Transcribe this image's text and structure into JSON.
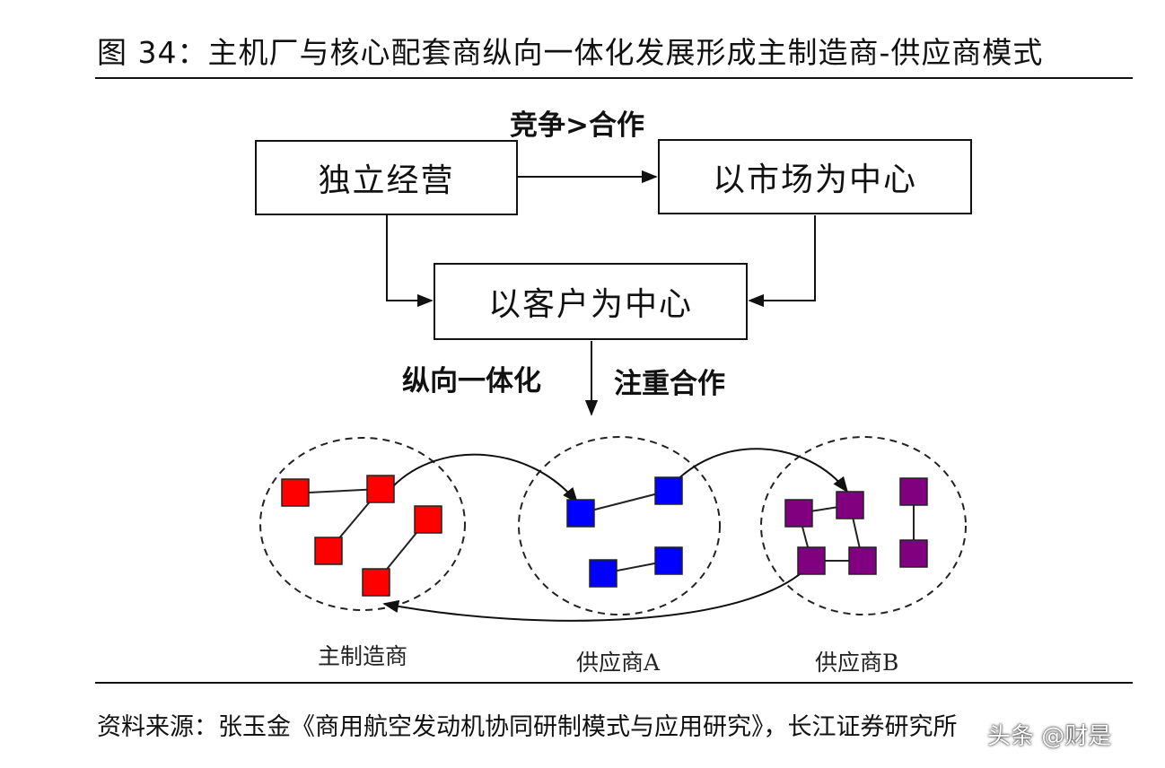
{
  "figure": {
    "title": "图 34：主机厂与核心配套商纵向一体化发展形成主制造商-供应商模式",
    "source": "资料来源：张玉金《商用航空发动机协同研制模式与应用研究》，长江证券研究所",
    "watermark": "头条 @财是"
  },
  "flow": {
    "box_independent": "独立经营",
    "box_market": "以市场为中心",
    "box_customer": "以客户为中心",
    "arrow_label_top": "竞争>合作",
    "arrow_label_left": "纵向一体化",
    "arrow_label_right": "注重合作"
  },
  "groups": {
    "manufacturer": "主制造商",
    "supplier_a": "供应商A",
    "supplier_b": "供应商B"
  },
  "colors": {
    "manufacturer_node": "#ff0000",
    "supplier_a_node": "#0000ff",
    "supplier_b_node": "#800080",
    "line": "#111111"
  }
}
